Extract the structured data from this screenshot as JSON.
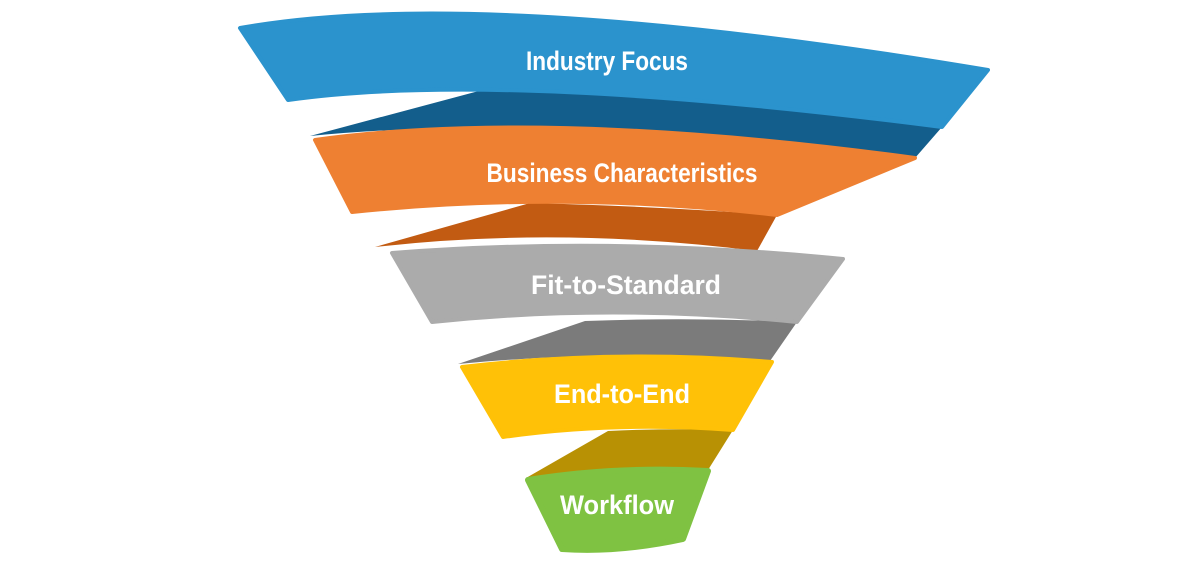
{
  "diagram": {
    "kind": "inverted-funnel-ribbon",
    "background": "#FFFFFF",
    "label_color": "#FFFFFF",
    "levels": [
      {
        "label": "Industry Focus",
        "color": "#2B93CD",
        "shade": "#135E8C"
      },
      {
        "label": "Business Characteristics",
        "color": "#EE8032",
        "shade": "#C25B12"
      },
      {
        "label": "Fit-to-Standard",
        "color": "#ABABAB",
        "shade": "#7B7B7B"
      },
      {
        "label": "End-to-End",
        "color": "#FFC107",
        "shade": "#B89104"
      },
      {
        "label": "Workflow",
        "color": "#7FC242",
        "shade": null
      }
    ]
  }
}
